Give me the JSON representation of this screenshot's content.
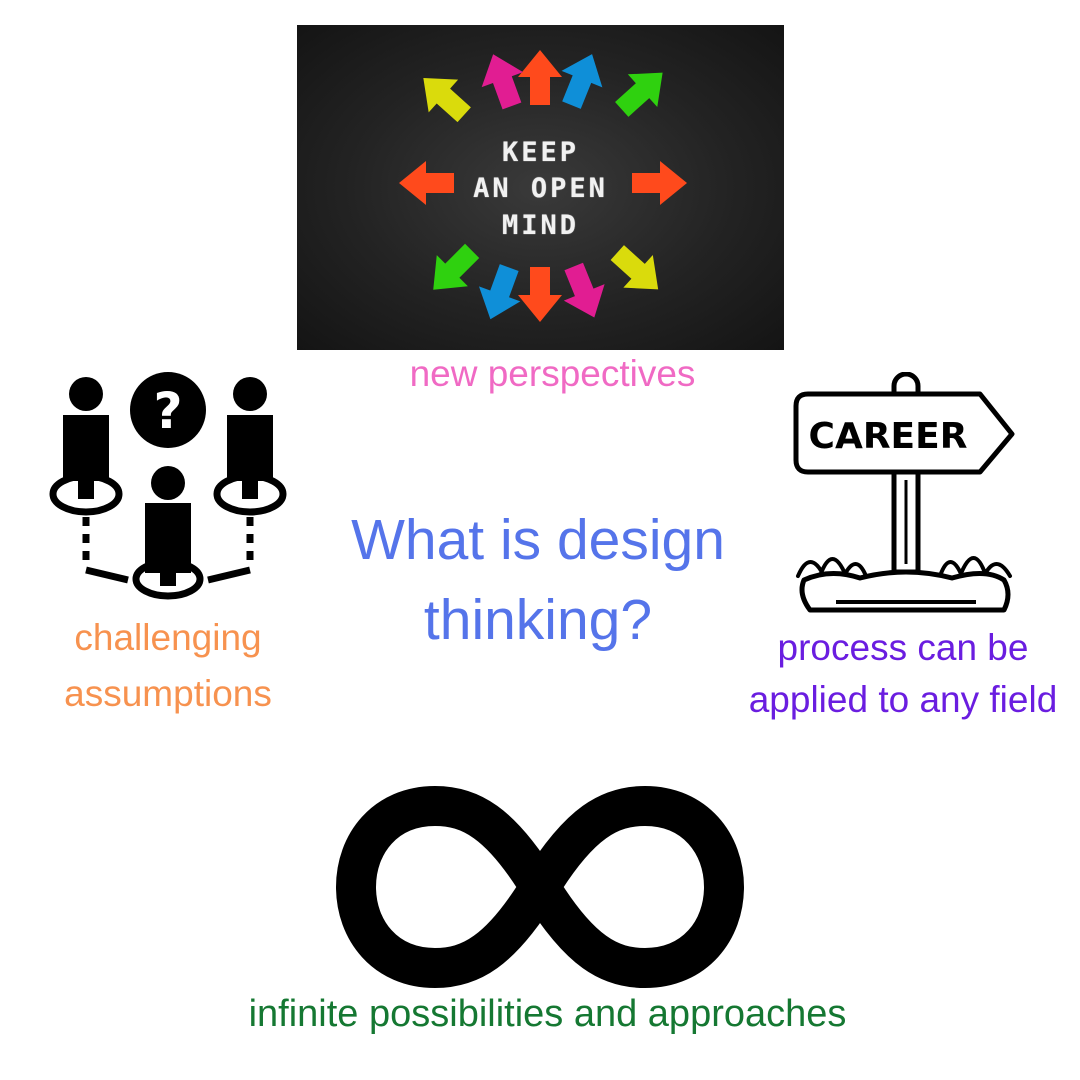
{
  "photo": {
    "sign_lines": [
      "KEEP",
      "AN OPEN",
      "MIND"
    ],
    "arrow_colors": [
      "#ff4a1c",
      "#0f8fd8",
      "#2fd10f",
      "#dadb0c",
      "#e11d92"
    ],
    "background_color": "#232323"
  },
  "captions": {
    "new_perspectives": "new perspectives",
    "challenging_line1": "challenging",
    "challenging_line2": "assumptions",
    "field_line1": "process can be",
    "field_line2": "applied to any field",
    "infinite": "infinite possibilities and approaches"
  },
  "title": {
    "line1": "What is design",
    "line2": "thinking?"
  },
  "signpost": {
    "label": "CAREER"
  },
  "icons": {
    "people": "people-question-icon",
    "signpost": "career-signpost-icon",
    "infinity": "infinity-icon"
  },
  "colors": {
    "perspectives": "#f06ac4",
    "assumptions": "#f7924f",
    "field": "#6a1de0",
    "infinite": "#157832",
    "title": "#5574ea"
  }
}
